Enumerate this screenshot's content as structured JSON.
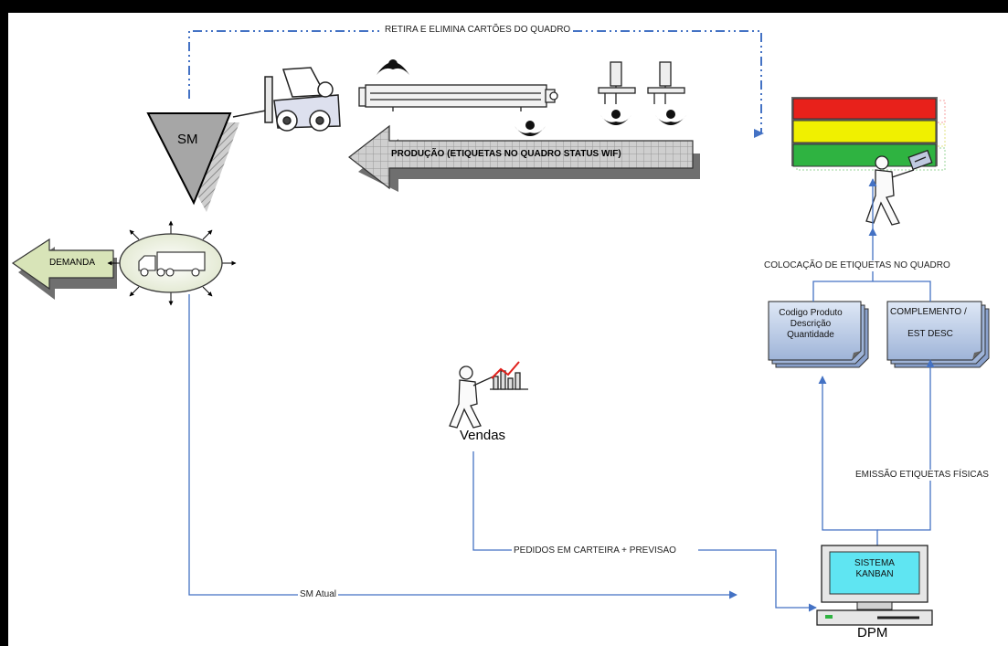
{
  "diagram": {
    "top_flow_label": "RETIRA E ELIMINA CARTÕES DO QUADRO",
    "production_arrow_label": "PRODUÇÃO (ETIQUETAS NO QUADRO STATUS WIF)",
    "supermarket_label": "SM",
    "demand_label": "DEMANDA",
    "board_flow_label": "COLOCAÇÃO DE ETIQUETAS NO QUADRO",
    "card_left": {
      "line1": "Codigo Produto",
      "line2": "Descrição",
      "line3": "Quantidade"
    },
    "card_right": {
      "line1": "COMPLEMENTO /",
      "line2": "EST DESC"
    },
    "sales_label": "Vendas",
    "print_label": "EMISSÃO ETIQUETAS FÍSICAS",
    "orders_label": "PEDIDOS EM CARTEIRA + PREVISÃO",
    "sm_current_label": "SM Atual",
    "system_line1": "SISTEMA",
    "system_line2": "KANBAN",
    "computer_label": "DPM",
    "colors": {
      "board_red": "#e8211b",
      "board_yellow": "#f0f000",
      "board_green": "#2fb341",
      "connector_blue": "#4472c4",
      "card_fill": "#b8c9e6",
      "screen_cyan": "#5fe5f2"
    }
  }
}
